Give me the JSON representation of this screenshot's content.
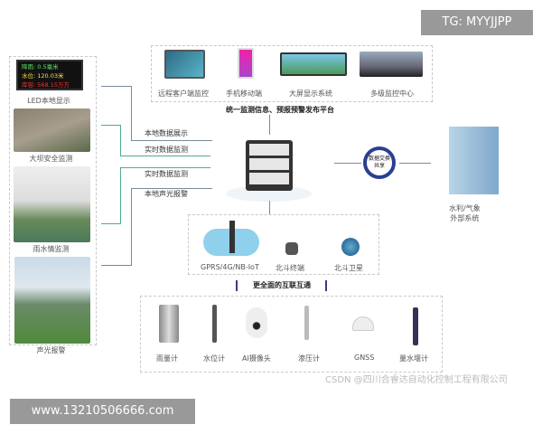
{
  "watermark_top": "TG: MYYJJPP",
  "watermark_bottom": "www.13210506666.com",
  "credit": "CSDN @四川合睿达自动化控制工程有限公司",
  "led": {
    "line1": "降雨: 0.5毫米",
    "line2": "水位: 120.03米",
    "line3": "库容: 568.15万方",
    "caption": "LED本地显示"
  },
  "left_panels": [
    "大坝安全监测",
    "雨水情监测",
    "声光报警"
  ],
  "flows": [
    "本地数据展示",
    "实时数据监测",
    "实时数据监测",
    "本地声光报警"
  ],
  "platform": {
    "items": [
      "远程客户端监控",
      "手机移动端",
      "大屏显示系统",
      "多级监控中心"
    ],
    "title": "统一监测信息、预报预警发布平台"
  },
  "exchange_label": "数据交换共享",
  "external": "水利/气象\n外部系统",
  "network": {
    "items": [
      "GPRS/4G/NB-IoT",
      "北斗终端",
      "北斗卫星"
    ],
    "title": "更全面的互联互通"
  },
  "sensors": [
    "雨量计",
    "水位计",
    "AI摄像头",
    "渗压计",
    "GNSS",
    "量水堰计"
  ],
  "colors": {
    "flow_green": "#4caf8a",
    "exchange_blue": "#2a3f8f",
    "cloud": "#8fd0ec"
  }
}
